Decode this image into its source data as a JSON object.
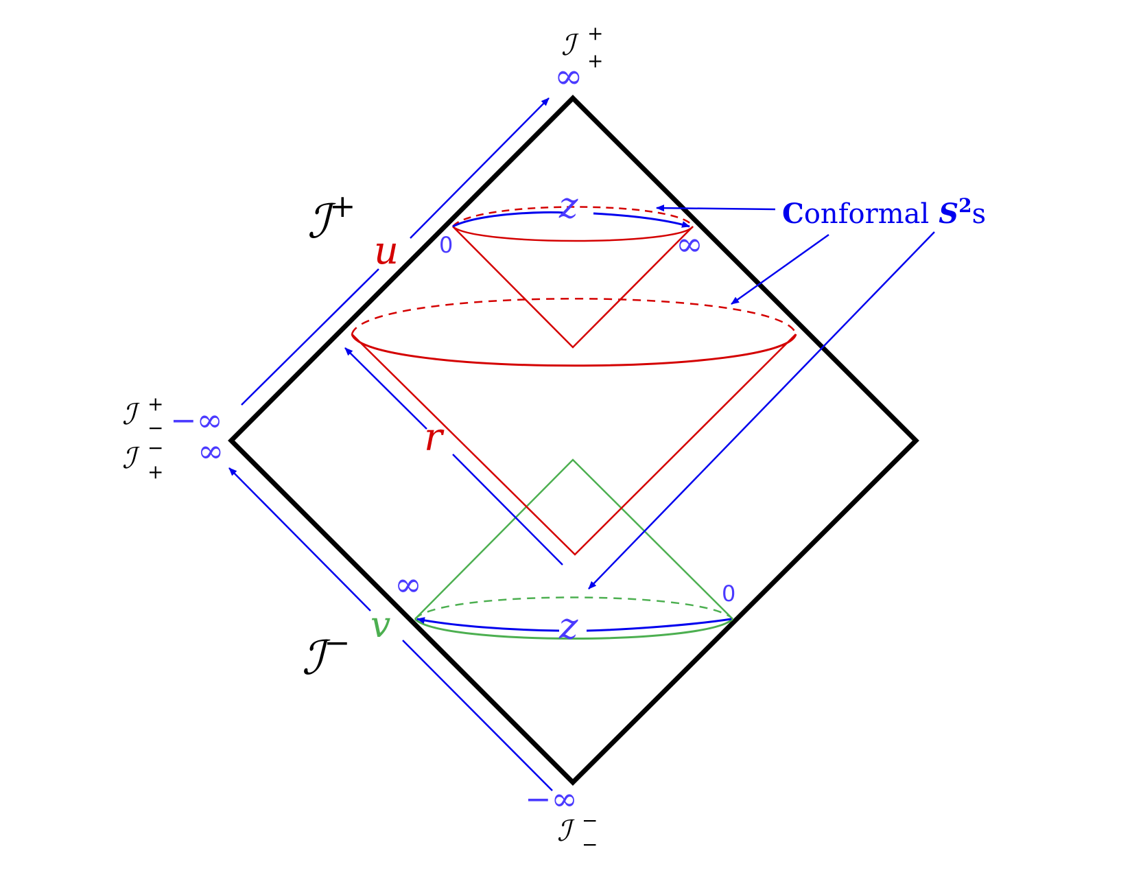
{
  "colors": {
    "frame": "#000000",
    "arrow": "#0000ee",
    "red_cone": "#d40000",
    "green_cone": "#4caf50",
    "label_blue": "#4a3aff"
  },
  "scri": {
    "future_null": "ℐ",
    "future_sup": "+",
    "past_null": "ℐ",
    "past_sup": "−",
    "top_corner": {
      "base": "ℐ",
      "sup": "+",
      "sub": "+"
    },
    "bottom_corner": {
      "base": "ℐ",
      "sup": "−",
      "sub": "−"
    },
    "left_upper": {
      "base": "ℐ",
      "sup": "+",
      "sub": "−"
    },
    "left_lower": {
      "base": "ℐ",
      "sup": "−",
      "sub": "+"
    }
  },
  "limits": {
    "top": "∞",
    "bottom": "−∞",
    "left_upper": "−∞",
    "left_lower": "∞"
  },
  "coords": {
    "u": "u",
    "r": "r",
    "v": "v",
    "z_upper": "z",
    "z_lower": "z"
  },
  "sphere_labels": {
    "upper_zero": "0",
    "upper_inf": "∞",
    "lower_inf": "∞",
    "lower_zero": "0"
  },
  "annotation": {
    "bold_c": "C",
    "word": "onformal",
    "sphere": "S",
    "power": "2",
    "plural": "s"
  }
}
